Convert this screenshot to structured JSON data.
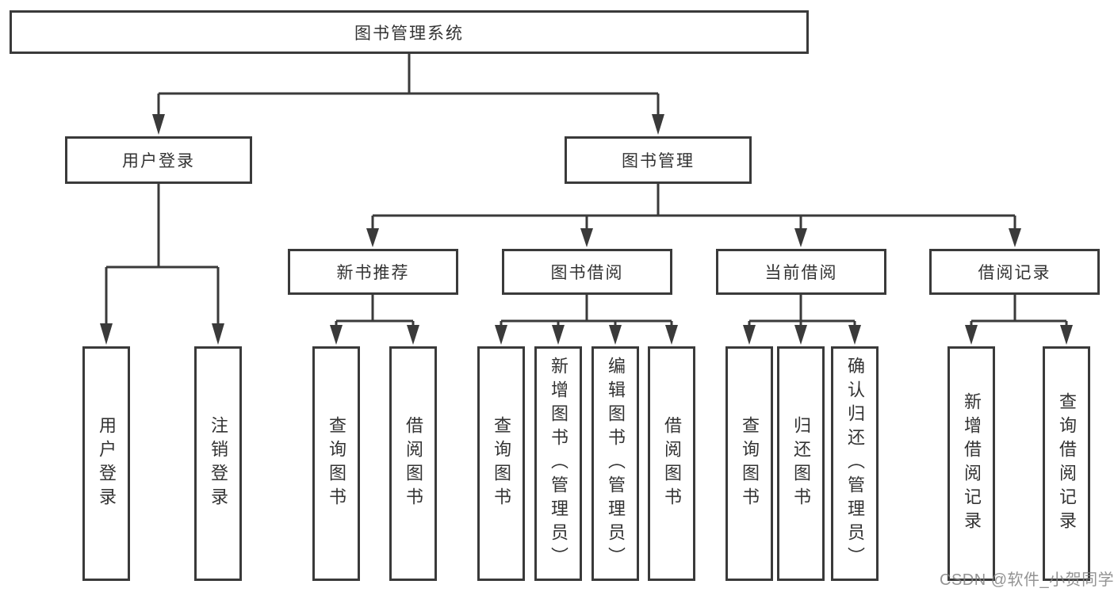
{
  "diagram": {
    "root": "图书管理系统",
    "branches": [
      {
        "label": "用户登录",
        "children": [
          "用户登录",
          "注销登录"
        ]
      },
      {
        "label": "图书管理",
        "sections": [
          {
            "label": "新书推荐",
            "children": [
              "查询图书",
              "借阅图书"
            ]
          },
          {
            "label": "图书借阅",
            "children": [
              "查询图书",
              "新增图书（管理员）",
              "编辑图书（管理员）",
              "借阅图书"
            ]
          },
          {
            "label": "当前借阅",
            "children": [
              "查询图书",
              "归还图书",
              "确认归还（管理员）"
            ]
          },
          {
            "label": "借阅记录",
            "children": [
              "新增借阅记录",
              "查询借阅记录"
            ]
          }
        ]
      }
    ],
    "colors": {
      "line": "#3a3a3a",
      "box_border": "#3a3a3a",
      "box_fill": "#ffffff",
      "text": "#333333",
      "watermark": "#808080",
      "background": "#ffffff"
    },
    "watermark": "CSDN @软件_小贺同学"
  }
}
